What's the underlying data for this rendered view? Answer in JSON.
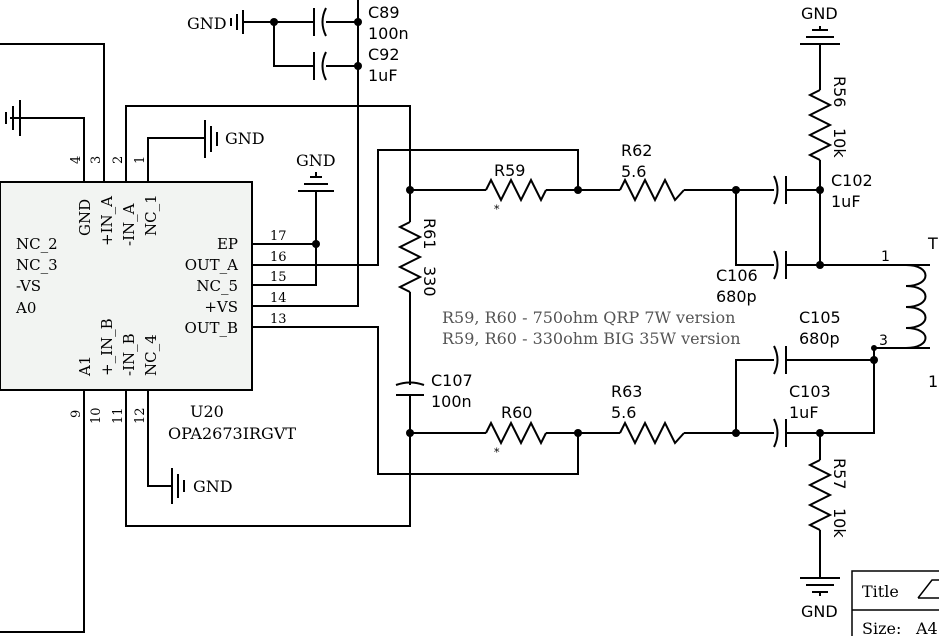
{
  "ic": {
    "ref": "U20",
    "value": "OPA2673IRGVT",
    "pins_left": [
      "NC_2",
      "NC_3",
      "-VS",
      "A0"
    ],
    "pins_top": [
      "GND",
      "+IN_A",
      "-IN_A",
      "NC_1"
    ],
    "pins_bottom": [
      "A1",
      "+_IN_B",
      "-IN_B",
      "NC_4"
    ],
    "pins_right": [
      "EP",
      "OUT_A",
      "NC_5",
      "+VS",
      "OUT_B"
    ],
    "pin_numbers_top": [
      "4",
      "3",
      "2",
      "1"
    ],
    "pin_numbers_bottom": [
      "9",
      "10",
      "11",
      "12"
    ],
    "pin_numbers_right": [
      "17",
      "16",
      "15",
      "14",
      "13"
    ]
  },
  "gnd_label": "GND",
  "capacitors": {
    "c89": {
      "ref": "C89",
      "value": "100n"
    },
    "c92": {
      "ref": "C92",
      "value": "1uF"
    },
    "c102": {
      "ref": "C102",
      "value": "1uF"
    },
    "c106": {
      "ref": "C106",
      "value": "680p"
    },
    "c105": {
      "ref": "C105",
      "value": "680p"
    },
    "c103": {
      "ref": "C103",
      "value": "1uF"
    },
    "c107": {
      "ref": "C107",
      "value": "100n"
    }
  },
  "resistors": {
    "r56": {
      "ref": "R56",
      "value": "10k"
    },
    "r57": {
      "ref": "R57",
      "value": "10k"
    },
    "r59": {
      "ref": "R59",
      "mark": "*"
    },
    "r60": {
      "ref": "R60",
      "mark": "*"
    },
    "r61": {
      "ref": "R61",
      "value": "330"
    },
    "r62": {
      "ref": "R62",
      "value": "5.6"
    },
    "r63": {
      "ref": "R63",
      "value": "5.6"
    }
  },
  "transformer": {
    "ref_partial": "T",
    "pin1": "1",
    "pin3": "3",
    "ratio_partial": "1:"
  },
  "notes": [
    "R59, R60 - 750ohm QRP 7W version",
    "R59, R60 - 330ohm BIG 35W version"
  ],
  "title_block": {
    "title_label": "Title",
    "size_label": "Size:",
    "size_value": "A4"
  }
}
